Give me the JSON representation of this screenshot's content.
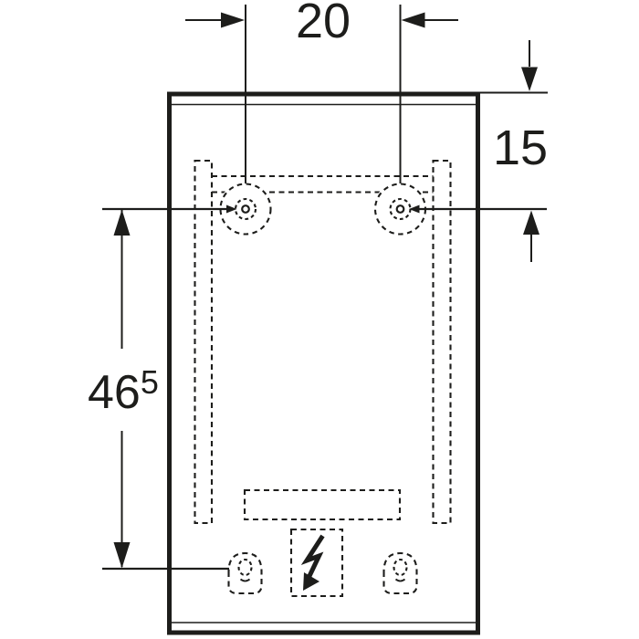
{
  "meta": {
    "drawing_type": "technical-dimension-drawing",
    "background_color": "#ffffff",
    "line_color": "#1d1d1b"
  },
  "dimensions": {
    "hole_spacing": {
      "label": "20"
    },
    "top_offset": {
      "label": "15"
    },
    "mounting_height": {
      "value": "46",
      "superscript": "5"
    }
  },
  "icons": {
    "power_symbol": "lightning-bolt-arrow-icon"
  }
}
